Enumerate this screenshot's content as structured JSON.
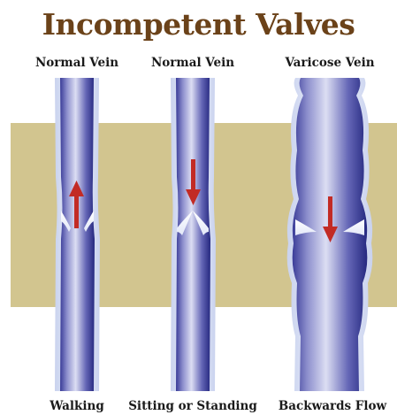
{
  "title": "Incompetent Valves",
  "colors": {
    "title": "#6b4219",
    "background_band": "#d2c58f",
    "vein_dark": "#2d2f8e",
    "vein_light": "#d7d9f2",
    "vein_wall": "#e9eefb",
    "arrow": "#c22b25"
  },
  "panels": [
    {
      "top_label": "Normal Vein",
      "bottom_label": "Walking",
      "flow": "up"
    },
    {
      "top_label": "Normal Vein",
      "bottom_label": "Sitting or Standing",
      "flow": "down"
    },
    {
      "top_label": "Varicose Vein",
      "bottom_label": "Backwards Flow",
      "flow": "down"
    }
  ]
}
